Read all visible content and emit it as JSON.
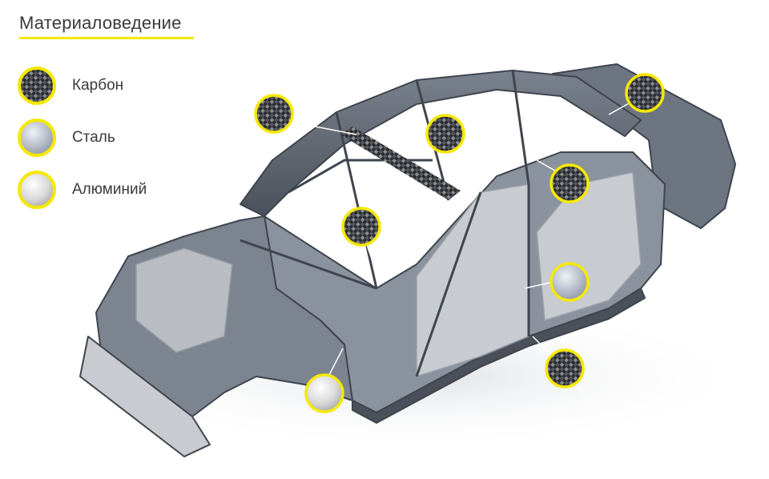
{
  "title": "Материаловедение",
  "legend": [
    {
      "material": "carbon",
      "label": "Карбон"
    },
    {
      "material": "steel",
      "label": "Сталь"
    },
    {
      "material": "aluminum",
      "label": "Алюминий"
    }
  ],
  "colors": {
    "accent": "#f5e800",
    "carbon_dark": "#2a2c30",
    "carbon_light": "#8a8c90",
    "steel": "#b5bcc8",
    "aluminum": "#d9d9da",
    "body_frame": "#5f6772",
    "aluminum_parts": "#c9cbd0"
  },
  "markers": [
    {
      "material": "carbon",
      "part": "roof-crossmember"
    },
    {
      "material": "carbon",
      "part": "roof-center"
    },
    {
      "material": "carbon",
      "part": "rear-shelf"
    },
    {
      "material": "carbon",
      "part": "c-pillar"
    },
    {
      "material": "carbon",
      "part": "transmission-tunnel"
    },
    {
      "material": "steel",
      "part": "b-pillar"
    },
    {
      "material": "carbon",
      "part": "side-sill"
    },
    {
      "material": "aluminum",
      "part": "front-wheel-arch"
    }
  ]
}
